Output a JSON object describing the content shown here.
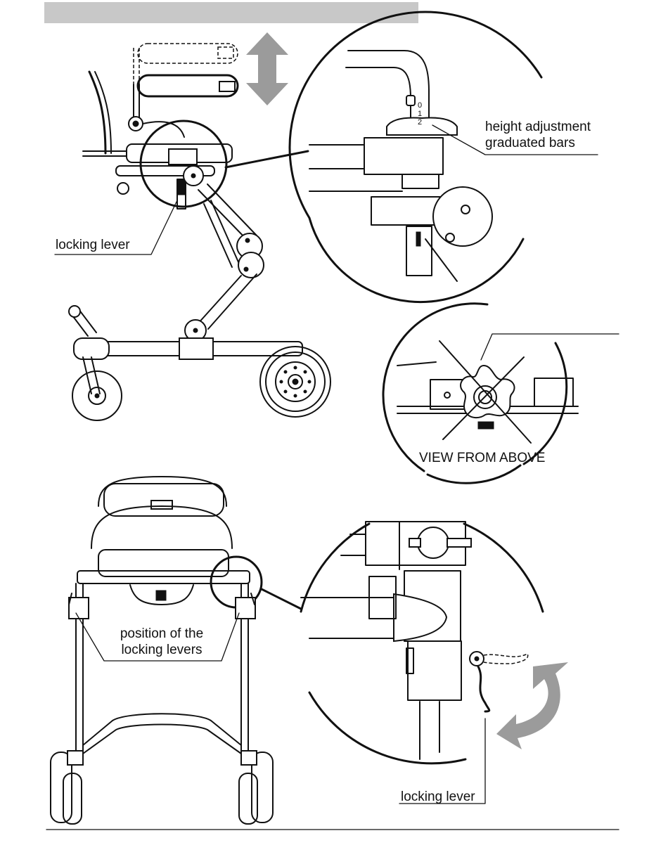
{
  "callouts": {
    "height_adjustment": "height adjustment",
    "graduated_bars": "graduated bars",
    "locking_lever_top": "locking lever",
    "view_from_above": "VIEW FROM ABOVE",
    "position_line1": "position of the",
    "position_line2": "locking levers",
    "locking_lever_bottom": "locking lever"
  },
  "scale_marks": [
    "0",
    "1",
    "2"
  ],
  "colors": {
    "header_bar": "#c8c8c8",
    "line": "#111111",
    "arrow": "#9b9b9b"
  }
}
